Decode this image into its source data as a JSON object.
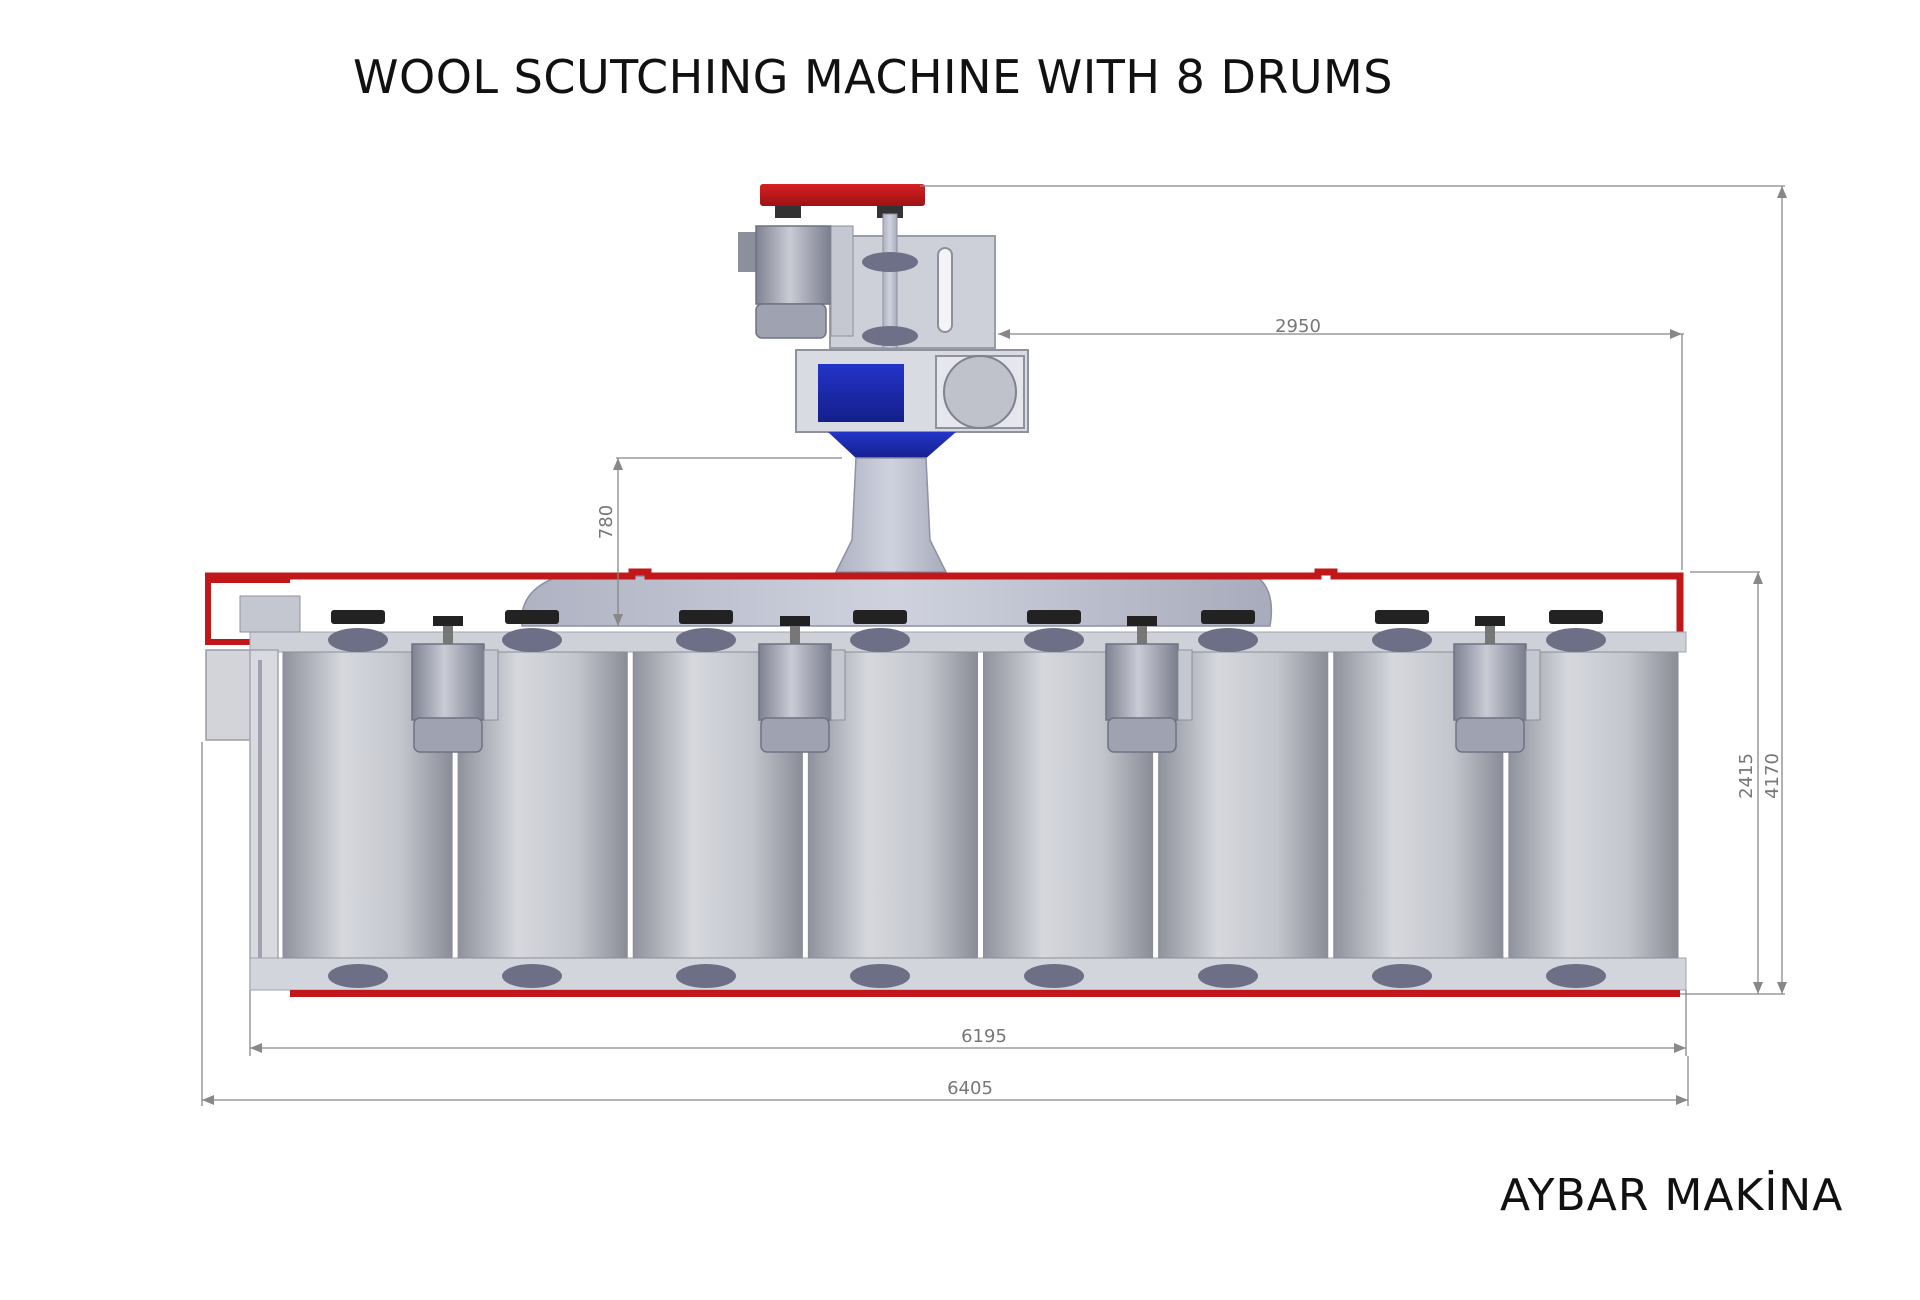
{
  "drawing": {
    "title": "WOOL SCUTCHING MACHINE WITH 8 DRUMS",
    "brand": "AYBAR MAKİNA",
    "drum_count": 8,
    "motor_count": 4,
    "colors": {
      "frame_red": "#c0181a",
      "fan_blue": "#1c2bb0",
      "steel_gray": "#b9bcc6",
      "motor_gray": "#9a9dab",
      "pulley_black": "#222222"
    }
  },
  "dimensions": {
    "d2950": "2950",
    "d780": "780",
    "d2415": "2415",
    "d4170": "4170",
    "d6195": "6195",
    "d6405": "6405"
  }
}
